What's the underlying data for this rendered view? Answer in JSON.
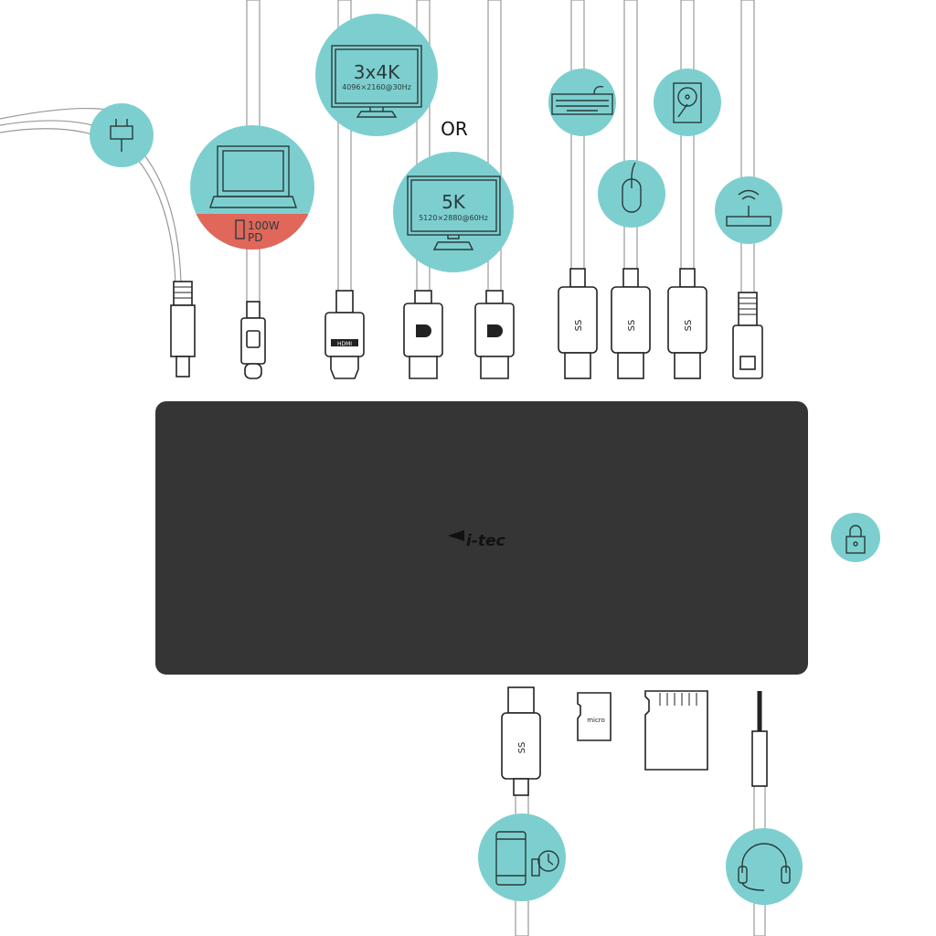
{
  "colors": {
    "teal": "#7dcfcf",
    "red": "#e0675a",
    "dock": "#353535",
    "icon": "#2a3b3d"
  },
  "laptop": {
    "power": "100W",
    "protocol": "PD"
  },
  "display_4k": {
    "title": "3x4K",
    "spec": "4096×2160@30Hz"
  },
  "separator": "OR",
  "display_5k": {
    "title": "5K",
    "spec": "5120×2880@60Hz"
  },
  "dock": {
    "brand": "i-tec"
  },
  "ports": {
    "hdmi": "HDMI",
    "usb": "SS",
    "sd_micro": "micro"
  }
}
